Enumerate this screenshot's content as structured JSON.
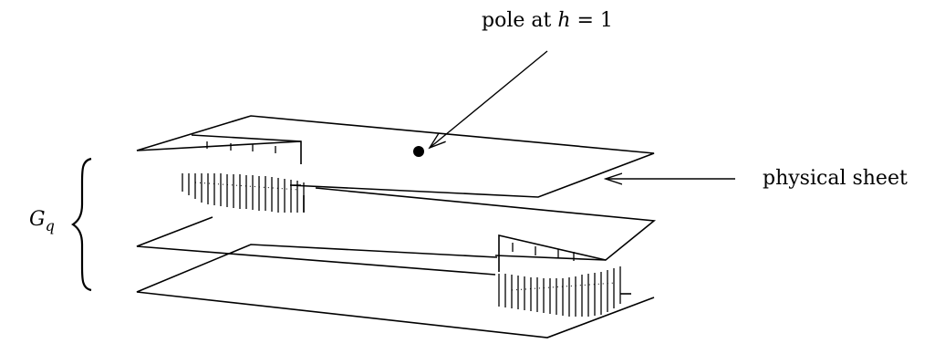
{
  "labels": {
    "pole_label": "pole at ",
    "pole_var": "h",
    "pole_eq": " = 1",
    "physical_sheet": "physical sheet",
    "group_main": "G",
    "group_sub": "q"
  }
}
